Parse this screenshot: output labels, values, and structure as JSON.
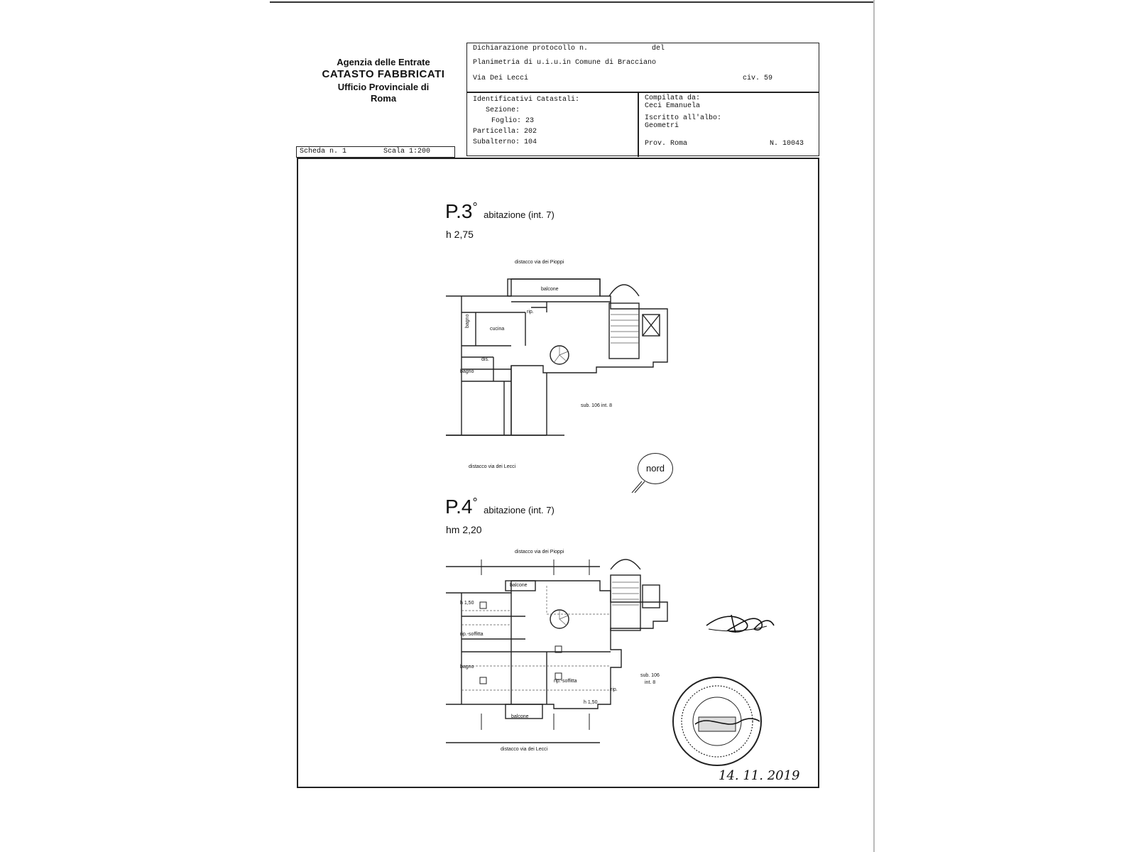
{
  "agency": {
    "line1": "Agenzia delle Entrate",
    "line2": "CATASTO FABBRICATI",
    "line3": "Ufficio Provinciale di",
    "line4": "Roma"
  },
  "header": {
    "protocol_label": "Dichiarazione protocollo n.",
    "protocol_del": "del",
    "planimetria": "Planimetria di u.i.u.in Comune di Bracciano",
    "street": "Via Dei Lecci",
    "civic": "civ. 59",
    "ids": {
      "title": "Identificativi Catastali:",
      "sezione": "Sezione:",
      "foglio": "Foglio: 23",
      "particella": "Particella: 202",
      "subalterno": "Subalterno: 104"
    },
    "compiled": {
      "label": "Compilata da:",
      "name": "Ceci Emanuela",
      "albo_label": "Iscritto all'albo:",
      "albo": "Geometri",
      "prov": "Prov. Roma",
      "number": "N. 10043"
    }
  },
  "scheda": {
    "label": "Scheda n. 1",
    "scale": "Scala 1:200"
  },
  "floor3": {
    "prefix": "P.",
    "number": "3",
    "degree": "°",
    "desc": "abitazione (int. 7)",
    "height": "h 2,75",
    "top_label": "distacco via dei Pioppi",
    "bottom_label": "distacco via dei Lecci",
    "rooms": {
      "balcone": "balcone",
      "rip": "rip.",
      "bagno1": "bagno",
      "cucina": "cucina",
      "dis": "dis.",
      "bagno2": "bagno",
      "sub": "sub. 106 int. 8"
    }
  },
  "nord": "nord",
  "floor4": {
    "prefix": "P.",
    "number": "4",
    "degree": "°",
    "desc": "abitazione (int. 7)",
    "height": "hm 2,20",
    "top_label": "distacco via dei Pioppi",
    "bottom_label": "distacco via dei Lecci",
    "rooms": {
      "balcone_top": "balcone",
      "h150": "h 1,50",
      "rip_soffitta1": "rip.-soffitta",
      "bagno": "bagno",
      "rip_soffitta2": "rip.-soffitta",
      "rip": "rip.",
      "h150b": "h 1,50",
      "sub": "sub. 106",
      "int": "int. 8",
      "balcone_bottom": "balcone"
    }
  },
  "signature_date": "14. 11. 2019"
}
